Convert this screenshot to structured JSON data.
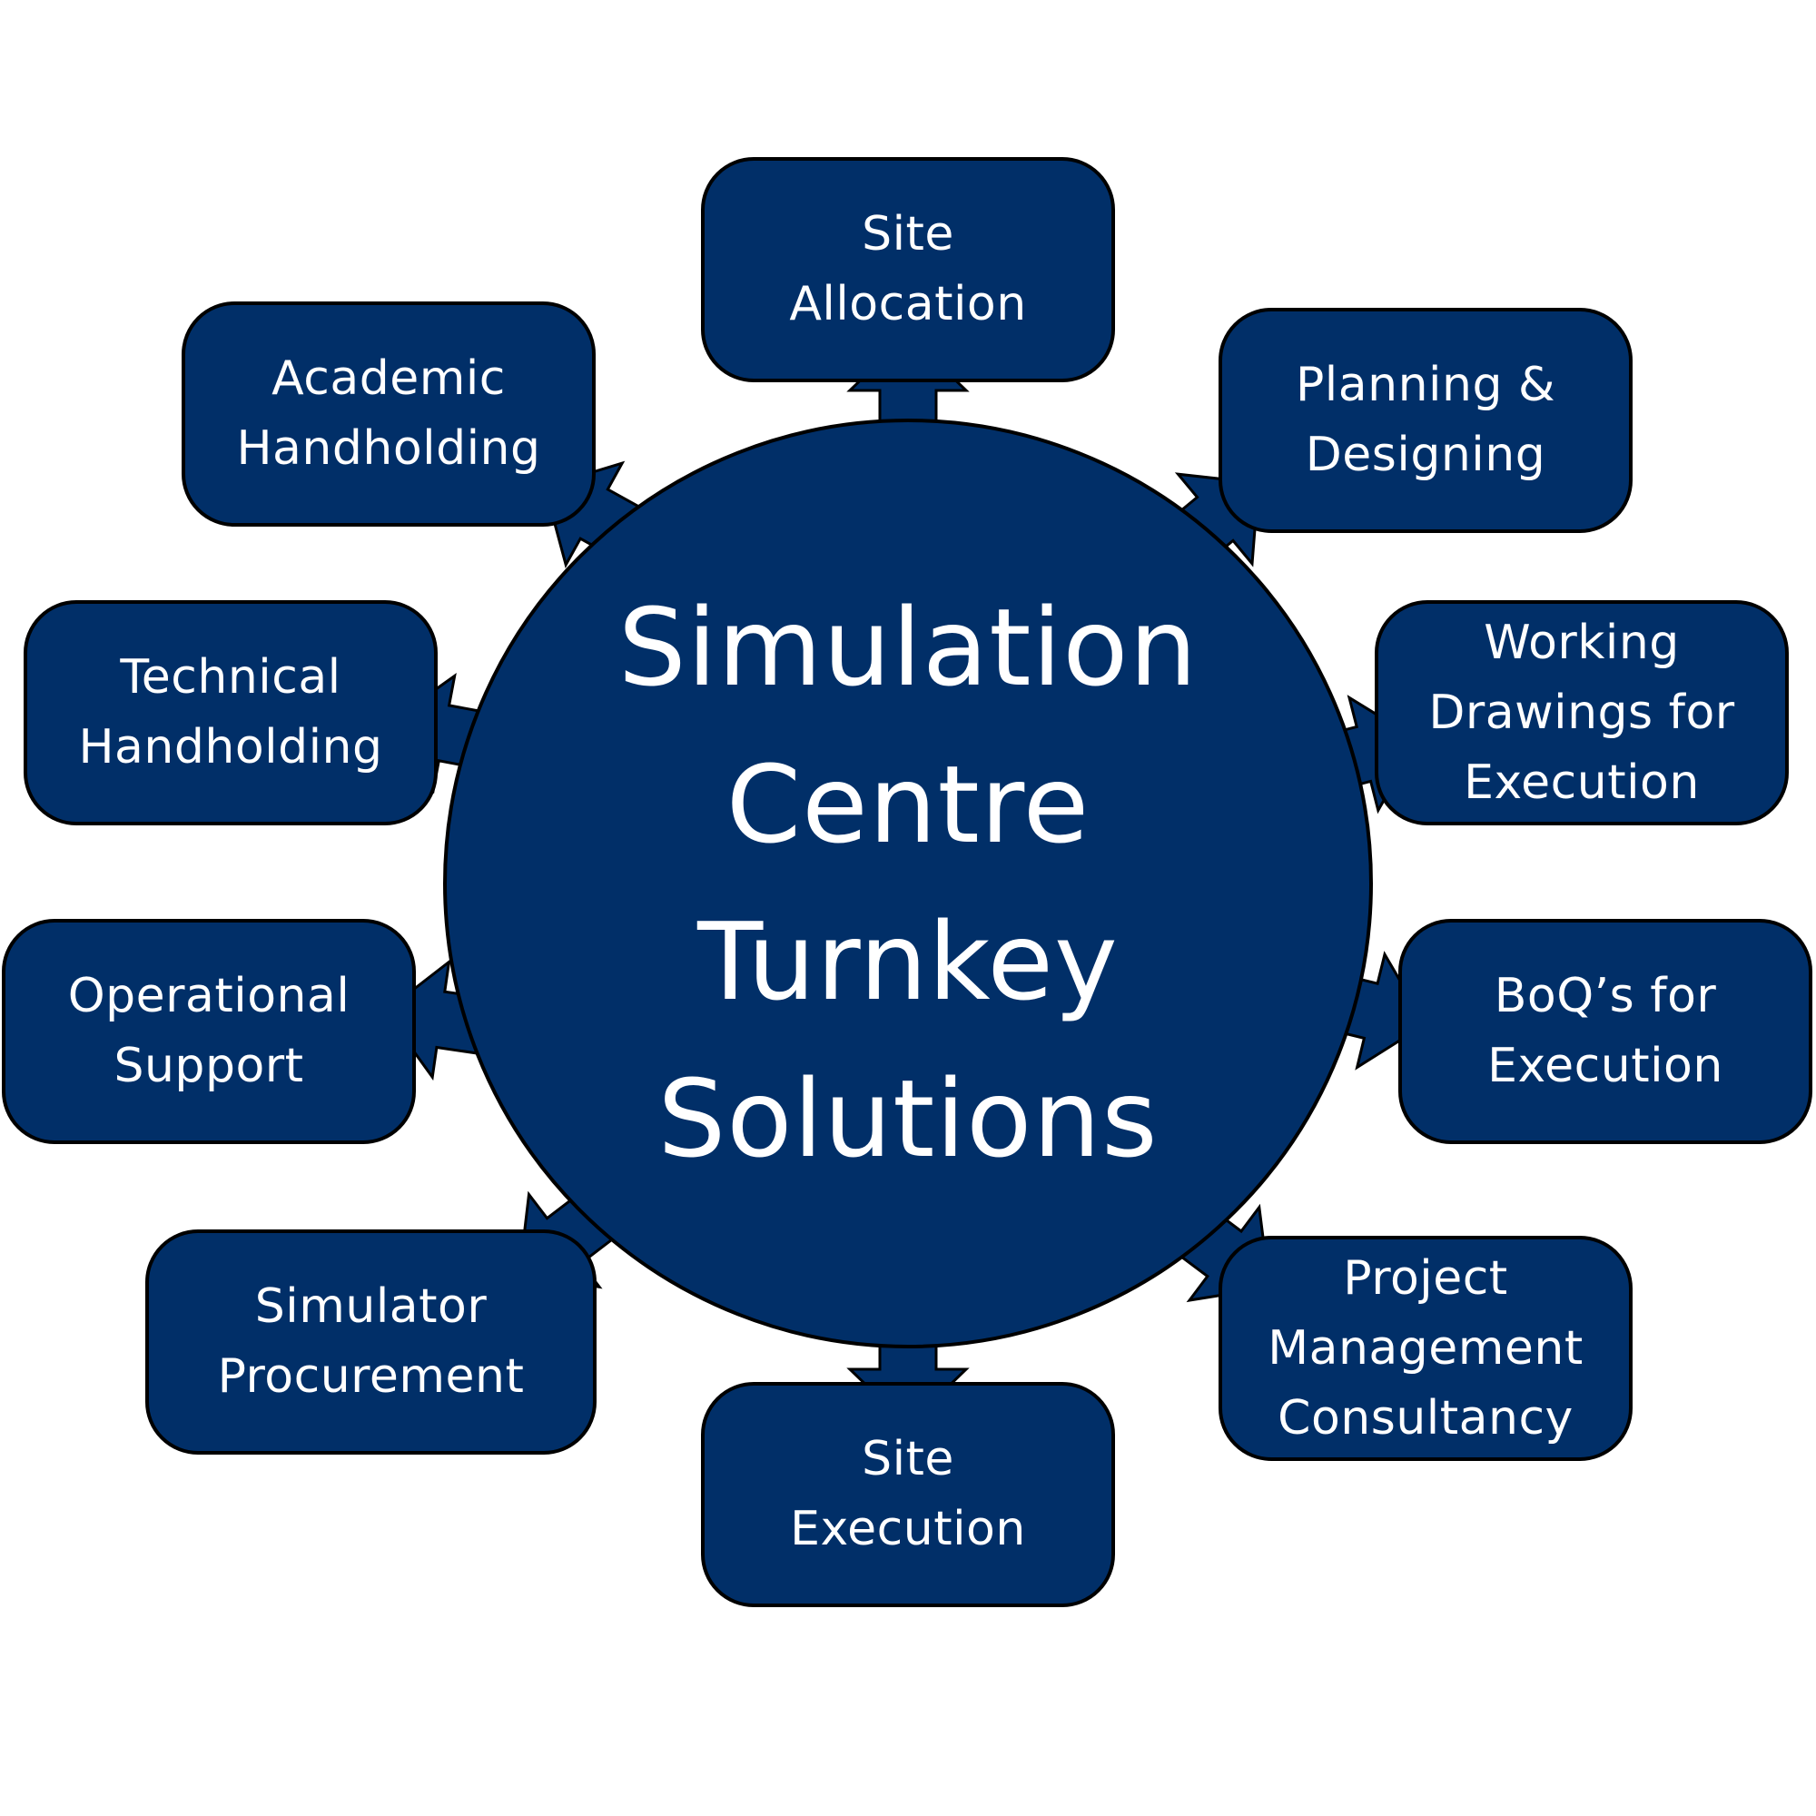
{
  "hub": {
    "lines": [
      "Simulation",
      "Centre",
      "Turnkey",
      "Solutions"
    ]
  },
  "nodes": [
    {
      "id": "site-allocation",
      "lines": [
        "Site",
        "Allocation"
      ]
    },
    {
      "id": "planning-designing",
      "lines": [
        "Planning &",
        "Designing"
      ]
    },
    {
      "id": "working-drawings",
      "lines": [
        "Working",
        "Drawings for",
        "Execution"
      ]
    },
    {
      "id": "boqs",
      "lines": [
        "BoQ’s for",
        "Execution"
      ]
    },
    {
      "id": "project-management",
      "lines": [
        "Project",
        "Management",
        "Consultancy"
      ]
    },
    {
      "id": "site-execution",
      "lines": [
        "Site",
        "Execution"
      ]
    },
    {
      "id": "simulator-procurement",
      "lines": [
        "Simulator",
        "Procurement"
      ]
    },
    {
      "id": "operational-support",
      "lines": [
        "Operational",
        "Support"
      ]
    },
    {
      "id": "technical-handholding",
      "lines": [
        "Technical",
        "Handholding"
      ]
    },
    {
      "id": "academic-handholding",
      "lines": [
        "Academic",
        "Handholding"
      ]
    }
  ],
  "colors": {
    "fill": "#012f68",
    "stroke": "#000000",
    "text": "#ffffff"
  }
}
